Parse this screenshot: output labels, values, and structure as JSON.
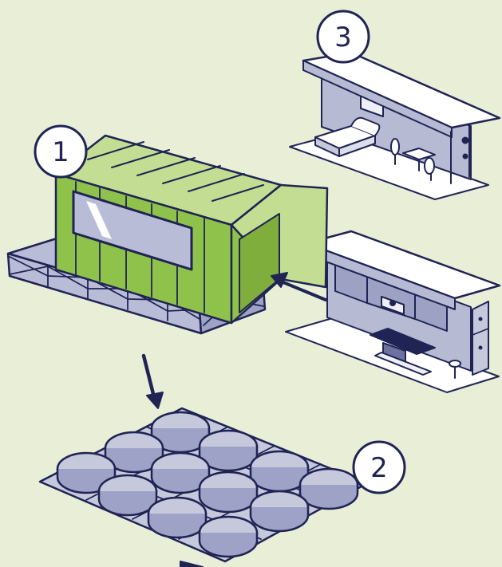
{
  "steps": [
    {
      "number": "1",
      "name": "container-module"
    },
    {
      "number": "2",
      "name": "foundation-pads"
    },
    {
      "number": "3",
      "name": "interior-modules"
    }
  ],
  "colors": {
    "background": "#e9eed7",
    "ink": "#1f2454",
    "module_green": "#8fc24a",
    "module_green_light": "#c3de92",
    "platform": "#b9bcd6",
    "pad": "#c6c8dc",
    "interior_wall": "#b6bad3",
    "floor": "#ffffff"
  }
}
